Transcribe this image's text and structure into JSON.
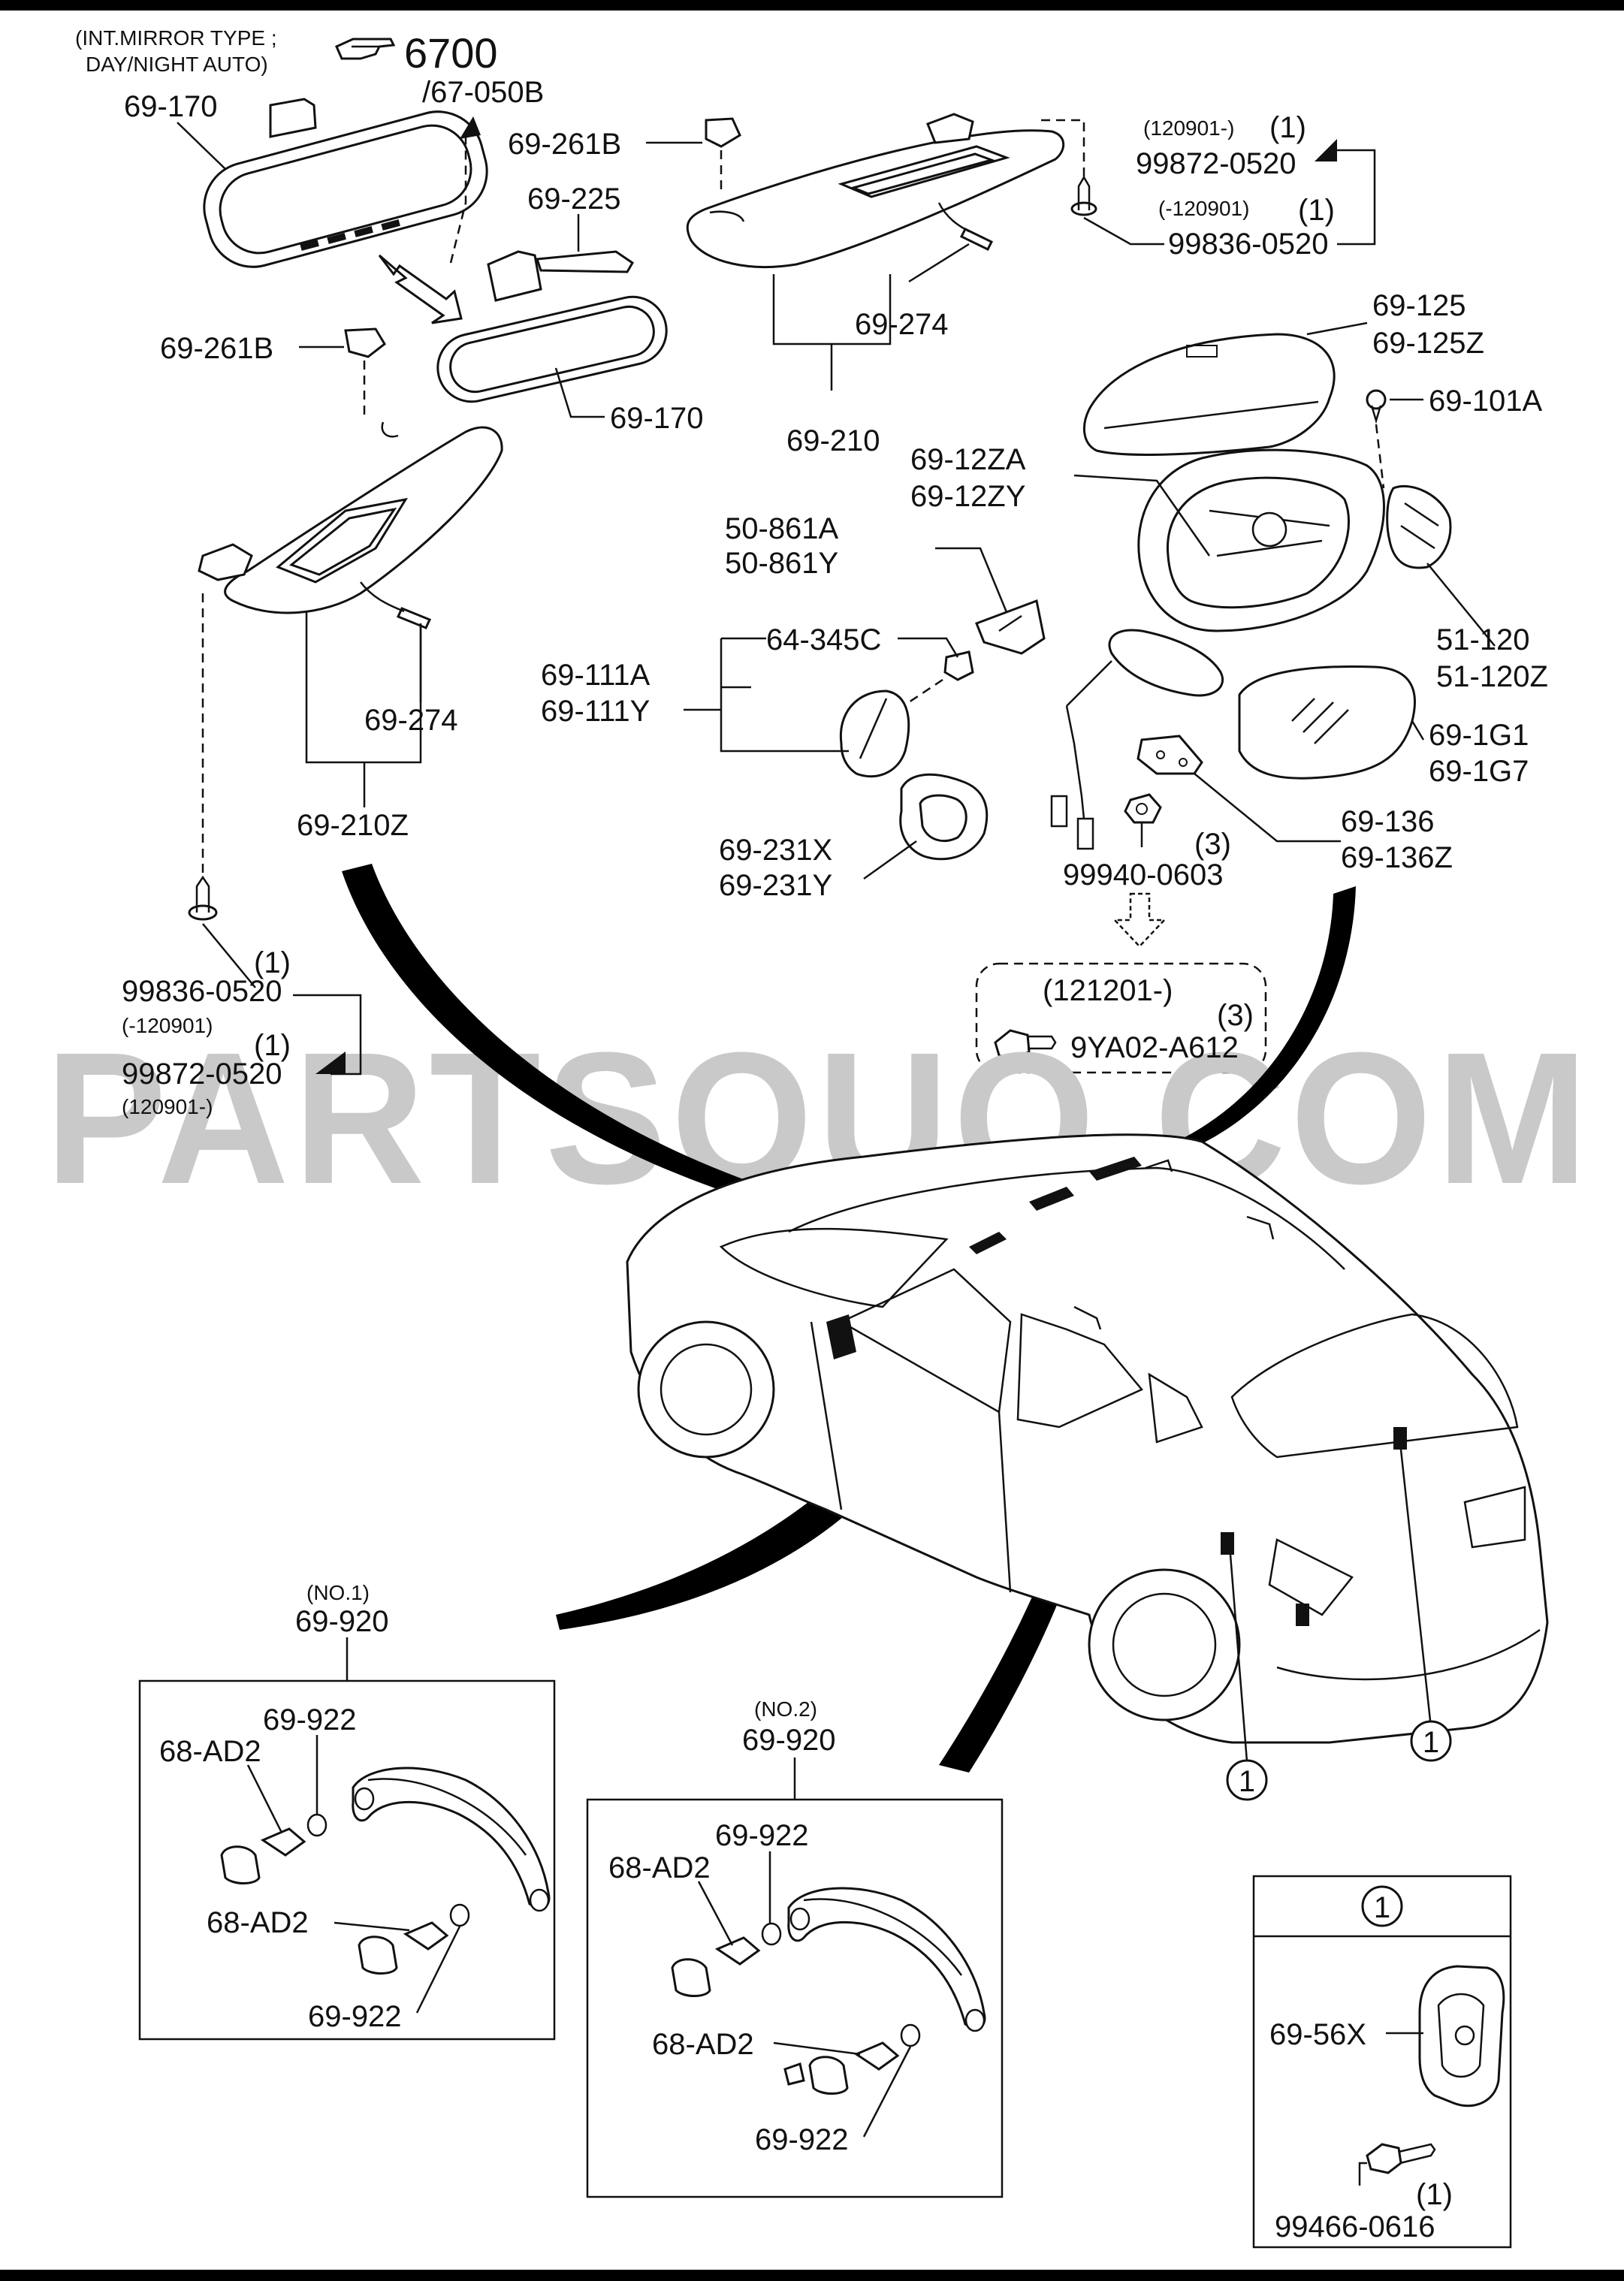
{
  "watermark": "PARTSOUQ.COM",
  "header": {
    "mirror_type_note_1": "(INT.MIRROR TYPE ;",
    "mirror_type_note_2": "DAY/NIGHT AUTO)",
    "ref_number": "6700",
    "ref_sub": "/67-050B"
  },
  "labels": {
    "mirror_top": "69-170",
    "mirror_bottom": "69-170",
    "clip_top": "69-261B",
    "clip_left": "69-261B",
    "holder": "69-225",
    "bulb_right": "69-274",
    "bulb_left": "69-274",
    "visor_right": "69-210",
    "visor_left": "69-210Z",
    "cover_a": "69-125",
    "cover_b": "69-125Z",
    "screw_101": "69-101A",
    "mirror_body_a": "69-12ZA",
    "mirror_body_b": "69-12ZY",
    "garnish_a": "50-861A",
    "garnish_b": "50-861Y",
    "clip_345": "64-345C",
    "housing_a": "69-111A",
    "housing_b": "69-111Y",
    "motor_a": "51-120",
    "motor_b": "51-120Z",
    "glass_a": "69-1G1",
    "glass_b": "69-1G7",
    "seal_a": "69-231X",
    "seal_b": "69-231Y",
    "bracket_a": "69-136",
    "bracket_b": "69-136Z",
    "nut": "99940-0603",
    "nut_qty": "(3)",
    "bolt_date": "(121201-)",
    "bolt_qty": "(3)",
    "bolt": "9YA02-A612",
    "screw_r1_date": "(120901-)",
    "screw_r1_qty": "(1)",
    "screw_r1": "99872-0520",
    "screw_r2_date": "(-120901)",
    "screw_r2_qty": "(1)",
    "screw_r2": "99836-0520",
    "screw_l1": "99836-0520",
    "screw_l1_qty": "(1)",
    "screw_l1_date": "(-120901)",
    "screw_l2": "99872-0520",
    "screw_l2_qty": "(1)",
    "screw_l2_date": "(120901-)"
  },
  "handle_no1": {
    "note": "(NO.1)",
    "part": "69-920",
    "cap_top": "69-922",
    "clip_top": "68-AD2",
    "clip_bottom": "68-AD2",
    "cap_bottom": "69-922"
  },
  "handle_no2": {
    "note": "(NO.2)",
    "part": "69-920",
    "cap_top": "69-922",
    "clip_top": "68-AD2",
    "clip_bottom": "68-AD2",
    "cap_bottom": "69-922"
  },
  "callout": {
    "marker": "1",
    "hook": "69-56X",
    "screw_qty": "(1)",
    "screw": "99466-0616"
  },
  "car_markers": [
    "1",
    "1"
  ]
}
